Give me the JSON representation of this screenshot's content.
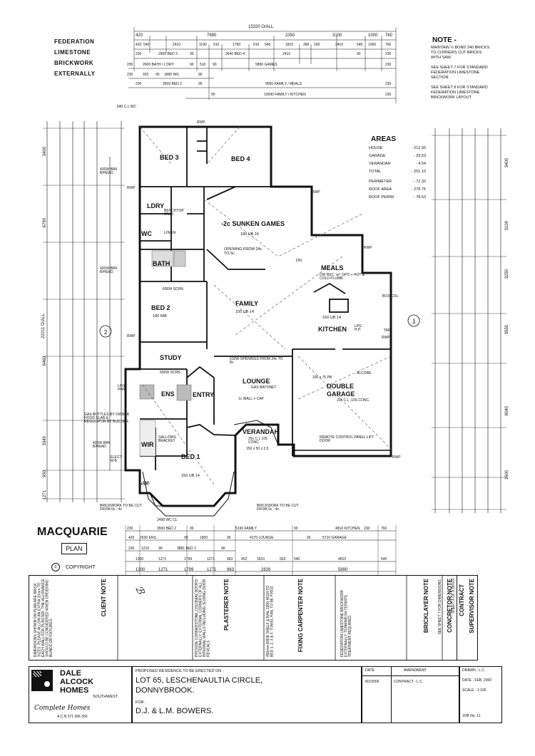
{
  "sheet": {
    "left_title": [
      "FEDERATION",
      "LIMESTONE",
      "BRICKWORK",
      "EXTERNALLY"
    ],
    "note_title": "NOTE -",
    "note_lines": [
      "MAINTAIN ½ BOND 240 BRICKS",
      "TO CORNERS CUT BRICKS",
      "WITH SAW."
    ],
    "note_sheet7": [
      "SEE SHEET 7 FOR STANDARD",
      "FEDERATION LIMESTONE",
      "SECTION."
    ],
    "note_sheet8": [
      "SEE SHEET 8 FOR STANDARD",
      "FEDERATION LIMESTONE",
      "BRICKWORK LAYOUT."
    ]
  },
  "areas": {
    "title": "AREAS",
    "rows": [
      {
        "label": "HOUSE",
        "value": "- 212.93"
      },
      {
        "label": "GARAGE",
        "value": "- 33.63"
      },
      {
        "label": "VERANDAH",
        "value": "- 4.54"
      },
      {
        "label": "TOTAL",
        "value": "- 251.10"
      },
      {
        "label": "PERIMETER",
        "value": "- 72.32"
      },
      {
        "label": "ROOF AREA",
        "value": "- 278.75"
      },
      {
        "label": "ROOF PERIM.",
        "value": "- 78.53"
      }
    ]
  },
  "top_dims": {
    "overall": "15320 O/ALL",
    "row1": [
      "420",
      "7690",
      "2350",
      "3100",
      "1000",
      "760"
    ],
    "row2": [
      "420",
      "540",
      "2410",
      "1190",
      "610",
      "1790",
      "610",
      "540",
      "1810",
      "390",
      "150",
      "2410",
      "540",
      "1000",
      "760"
    ],
    "row3": [
      "230",
      "2900 BED 3",
      "90",
      "3640 BED 4",
      "2410",
      "90",
      "230"
    ],
    "row4": [
      "230",
      "2600 BATH / L'DRY",
      "90",
      "510",
      "90",
      "5890 GAMES",
      "230"
    ],
    "row5": [
      "230",
      "920",
      "90",
      "1890 WIL",
      "90"
    ],
    "row6": [
      "230",
      "3500 BED 2",
      "90",
      "9090 FAMILY / MEALS",
      "230"
    ],
    "row7": [
      "90",
      "10090 FAMILY / KITCHEN",
      "230"
    ],
    "wc_label": "640 C.L WC"
  },
  "rooms": {
    "bed3": "BED 3",
    "bed4": "BED 4",
    "ldry": "LDRY",
    "wc": "WC",
    "bath": "BATH",
    "games": "-2c SUNKEN GAMES",
    "meals": "MEALS",
    "family": "FAMILY",
    "kitchen": "KITCHEN",
    "bed2": "BED 2",
    "study": "STUDY",
    "ens": "ENS",
    "entry": "ENTRY",
    "lounge": "LOUNGE",
    "double_garage": "DOUBLE GARAGE",
    "verandah": "VERANDAH",
    "wir": "WIR",
    "bed1": "BED 1",
    "linen": "LINEN",
    "dn": "DN"
  },
  "annotations": {
    "games_ub": "180 UB 16",
    "games_opening": "OPENING FROM 24c TO 6c",
    "meals_note": "DW REC. w/- GPO + HOT & COLD PLUMB.",
    "family_ub": "150 UB 14",
    "kitchen_ub": "150 UB 14",
    "bed2_nib": "180 NIB",
    "openings": "610W OPENINGS FROM 24c TO 8c",
    "lounge_gas": "GAS BAYONET",
    "garage_cl": "23c C.L -10S CONC.",
    "garage_pb": "200 x 75 PB",
    "alcore": "ALCORE",
    "remote": "REMOTE CONTROL PANEL LIFT DOOR",
    "verandah_cl": "25c C.L 105 CONC.",
    "verandah_pb": "150 x 50 x 2.5",
    "bed1_ub": "150 UB 14",
    "wir_gallows": "GALLOWS BRACKET",
    "gas_bottles": "GAS BOTTLES BY OWNER HOOD SLAB & REGULATOR BY BUILDER.",
    "lpg_hwu": "LPG HWU",
    "lpg_hp": "LPG H.P.",
    "elect": "ELECT M.B",
    "brk_head": "420W BRK B/HEAD.",
    "brickwork_cut": "BRICKWORK TO BE CUT FROM 0c - 4c",
    "box_col": "BOX COL.",
    "rwp": "RWP",
    "tap": "TAP",
    "benchtop": "BENCHTOP ONLY",
    "scrn": "600W SCRN.",
    "wall_cap": "1c WALL + CAP"
  },
  "bottom_dims": {
    "wc_dim": "2498 WC CL",
    "row1": [
      "230",
      "3500 BED 2",
      "90",
      "5190 FAMILY",
      "90",
      "4810 KITCHEN",
      "230",
      "760"
    ],
    "row2": [
      "420",
      "2630 ENS.",
      "90",
      "1800",
      "90",
      "4170 LOUNGE",
      "90",
      "5710 GARAGE"
    ],
    "row3": [
      "230",
      "1210",
      "90",
      "3881 BED 1",
      "90"
    ],
    "row4": [
      "1300",
      "1271",
      "1799",
      "1271",
      "963",
      "452",
      "1810",
      "563",
      "540",
      "4810",
      "540"
    ],
    "row5": [
      "1300",
      "1271",
      "1799",
      "1271",
      "963",
      "2826",
      "5890"
    ]
  },
  "left_dims": {
    "overall": "22211 O/ALL",
    "vals": [
      "3400",
      "6790",
      "6460",
      "3340",
      "950",
      "1271"
    ]
  },
  "right_dims": {
    "vals": [
      "3400",
      "3100",
      "3250",
      "3550",
      "6040",
      "1600"
    ]
  },
  "title_block": {
    "plan_name": "MACQUARIE",
    "plan_label": "PLAN",
    "copyright": "COPYRIGHT",
    "client_note_title": "CLIENT NOTE",
    "client_note": "DIMENSIONS SHOWN ON PLAN ARE BRICK SIZES. PLEASE ALLOW AN EXTRA 20mm TO EACH WALL FOR PLASTER. THE ALLOWANCE SHOULD BE CONSIDERED WHEN ORDERING BLINDS OR FIXTURES.",
    "plasterer_title": "PLASTERER NOTE",
    "plasterer_note": "PROVIDE CORNERSTONE COLONIAL DOORS EXTERNALLY. EXTERNAL CORNERS OF ALL INTERNAL WALLS INCLUDING SLIDING DOOR REVEALS.",
    "fixing_title": "FIXING CARPENTER NOTE",
    "fixing_note": "450mm WIDE SHELF & RAIL 1800 HIGH TO BED 1, 2, 3 & 4. TOWEL RAIL TO BE FIXED.",
    "bricklayer_title": "BRICKLAYER NOTE",
    "bricklayer_note": "FEDERATION LIMESTONE BRICKWORK EXTERNALLY. TERMIMESH TERMITE TREATMENT REQUIRED.",
    "concretor_title": "CONCRETOR NOTE",
    "concretor_note": "SEE SHEET 7 FOR DIMENSIONS.",
    "supervisor_title": "SUPERVISOR NOTE",
    "contract_title": "CONTRACT",
    "sheet": "SHEET 3 OF 8 DRGS",
    "company": [
      "DALE",
      "ALCOCK",
      "HOMES"
    ],
    "company_region": "SOUTHWEST",
    "company_tag": "Complete Homes",
    "acn": "A.C.N    071 096 350",
    "proposed": "PROPOSED RESIDENCE TO BE ERECTED ON -",
    "lot": "LOT 65, LESCHENAULTIA CIRCLE,",
    "town": "DONNYBROOK.",
    "for": "FOR -",
    "client": "D.J. & L.M. BOWERS.",
    "date_head": "DATE",
    "amendment_head": "AMENDMENT",
    "date_val": "8/2/2000",
    "amendment_val": "CONTRACT - L.C.",
    "drawn": "DRAWN - L.C.",
    "date_label": "DATE - FEB. 2000",
    "scale": "SCALE - 1:100",
    "job": "JOB No. 11"
  },
  "colors": {
    "ink": "#111111",
    "paper": "#ffffff",
    "shade": "#888888"
  }
}
